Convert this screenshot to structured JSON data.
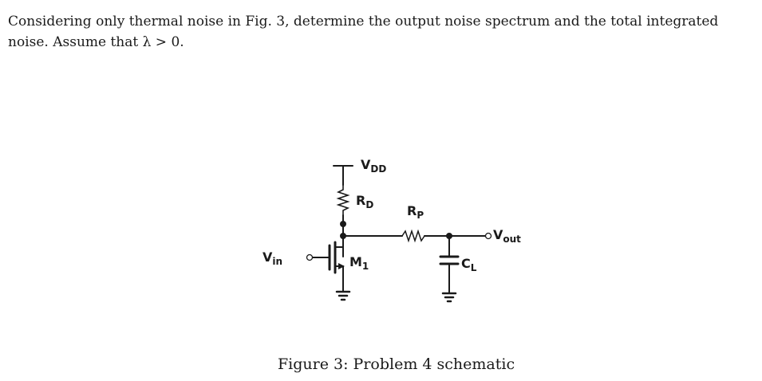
{
  "problem": {
    "line1": "Considering only thermal noise in Fig. 3, determine the output noise spectrum and the total integrated",
    "line2": "noise. Assume that λ > 0."
  },
  "circuit": {
    "vdd": {
      "main": "V",
      "sub": "DD"
    },
    "rd": {
      "main": "R",
      "sub": "D"
    },
    "rp": {
      "main": "R",
      "sub": "P"
    },
    "vin": {
      "main": "V",
      "sub": "in"
    },
    "m1": {
      "main": "M",
      "sub": "1"
    },
    "cl": {
      "main": "C",
      "sub": "L"
    },
    "vout": {
      "main": "V",
      "sub": "out"
    }
  },
  "caption": "Figure 3: Problem 4 schematic"
}
